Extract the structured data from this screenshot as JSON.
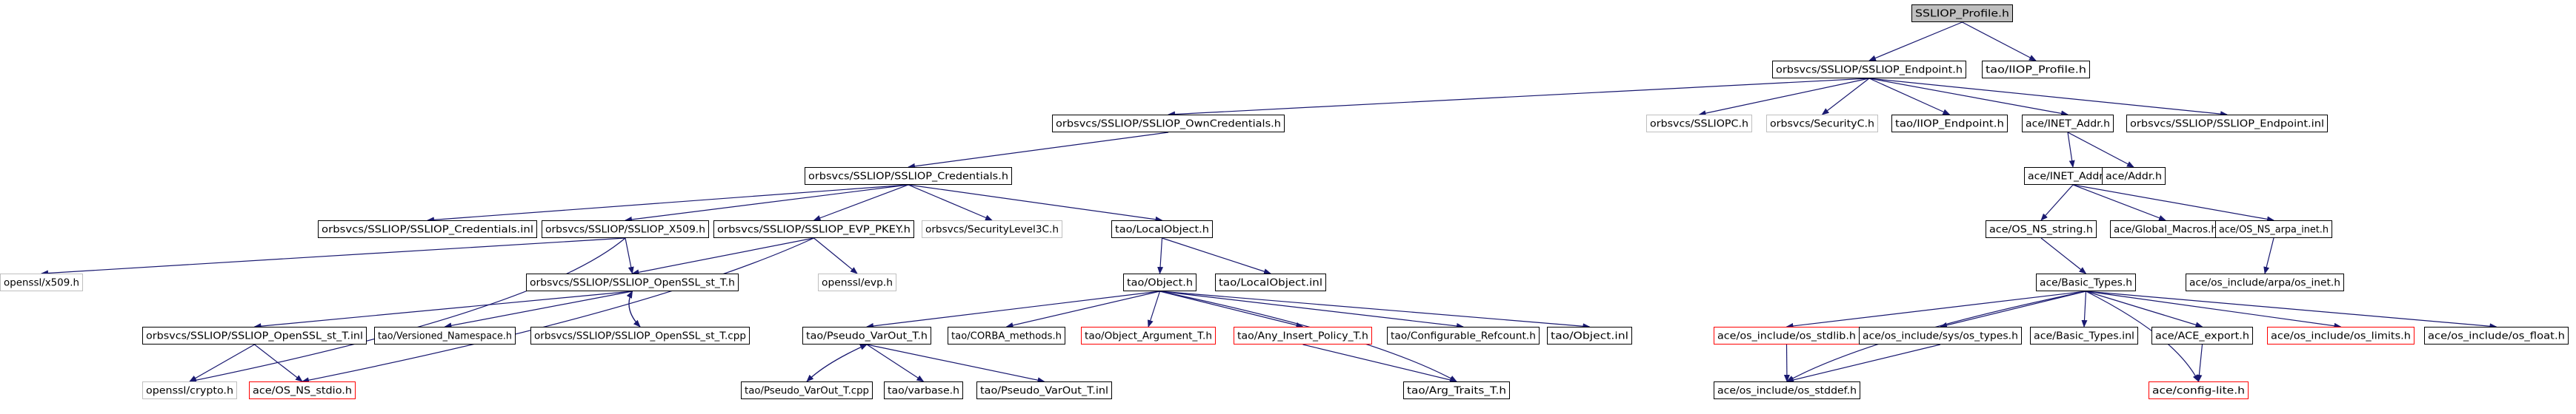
{
  "colors": {
    "edge": "#191970",
    "normal_border": "#000000",
    "missing_border": "#bfbfbf",
    "broken_border": "#ff0000",
    "root_fill": "#bfbfbf",
    "fill": "#ffffff",
    "text": "#000000"
  },
  "nodes": [
    {
      "id": "n1",
      "label": "SSLIOP_Profile.h",
      "style": "root"
    },
    {
      "id": "n2",
      "label": "orbsvcs/SSLIOP/SSLIOP_Endpoint.h",
      "style": "normal"
    },
    {
      "id": "n3",
      "label": "tao/IIOP_Profile.h",
      "style": "normal"
    },
    {
      "id": "n4",
      "label": "orbsvcs/SSLIOP/SSLIOP_OwnCredentials.h",
      "style": "normal"
    },
    {
      "id": "n5",
      "label": "orbsvcs/SSLIOPC.h",
      "style": "missing"
    },
    {
      "id": "n6",
      "label": "orbsvcs/SecurityC.h",
      "style": "missing"
    },
    {
      "id": "n7",
      "label": "tao/IIOP_Endpoint.h",
      "style": "normal"
    },
    {
      "id": "n8",
      "label": "ace/INET_Addr.h",
      "style": "normal"
    },
    {
      "id": "n9",
      "label": "orbsvcs/SSLIOP/SSLIOP_Endpoint.inl",
      "style": "normal"
    },
    {
      "id": "n10",
      "label": "orbsvcs/SSLIOP/SSLIOP_Credentials.h",
      "style": "normal"
    },
    {
      "id": "n11",
      "label": "ace/INET_Addr.inl",
      "style": "normal"
    },
    {
      "id": "n12",
      "label": "ace/Addr.h",
      "style": "normal"
    },
    {
      "id": "n13",
      "label": "orbsvcs/SSLIOP/SSLIOP_Credentials.inl",
      "style": "normal"
    },
    {
      "id": "n14",
      "label": "orbsvcs/SSLIOP/SSLIOP_X509.h",
      "style": "normal"
    },
    {
      "id": "n15",
      "label": "orbsvcs/SSLIOP/SSLIOP_EVP_PKEY.h",
      "style": "normal"
    },
    {
      "id": "n16",
      "label": "orbsvcs/SecurityLevel3C.h",
      "style": "missing"
    },
    {
      "id": "n17",
      "label": "tao/LocalObject.h",
      "style": "normal"
    },
    {
      "id": "n18",
      "label": "ace/OS_NS_string.h",
      "style": "normal"
    },
    {
      "id": "n19",
      "label": "ace/Global_Macros.h",
      "style": "normal"
    },
    {
      "id": "n20",
      "label": "ace/OS_NS_arpa_inet.h",
      "style": "normal"
    },
    {
      "id": "n21",
      "label": "openssl/x509.h",
      "style": "missing"
    },
    {
      "id": "n22",
      "label": "orbsvcs/SSLIOP/SSLIOP_OpenSSL_st_T.h",
      "style": "normal"
    },
    {
      "id": "n23",
      "label": "openssl/evp.h",
      "style": "missing"
    },
    {
      "id": "n24",
      "label": "tao/Object.h",
      "style": "normal"
    },
    {
      "id": "n25",
      "label": "tao/LocalObject.inl",
      "style": "normal"
    },
    {
      "id": "n26",
      "label": "ace/Basic_Types.h",
      "style": "normal"
    },
    {
      "id": "n27",
      "label": "ace/os_include/arpa/os_inet.h",
      "style": "normal"
    },
    {
      "id": "n28",
      "label": "orbsvcs/SSLIOP/SSLIOP_OpenSSL_st_T.inl",
      "style": "normal"
    },
    {
      "id": "n29",
      "label": "tao/Versioned_Namespace.h",
      "style": "normal"
    },
    {
      "id": "n30",
      "label": "orbsvcs/SSLIOP/SSLIOP_OpenSSL_st_T.cpp",
      "style": "normal"
    },
    {
      "id": "n31",
      "label": "tao/Pseudo_VarOut_T.h",
      "style": "normal"
    },
    {
      "id": "n32",
      "label": "tao/CORBA_methods.h",
      "style": "normal"
    },
    {
      "id": "n33",
      "label": "tao/Object_Argument_T.h",
      "style": "broken"
    },
    {
      "id": "n34",
      "label": "tao/Any_Insert_Policy_T.h",
      "style": "broken"
    },
    {
      "id": "n35",
      "label": "tao/Configurable_Refcount.h",
      "style": "normal"
    },
    {
      "id": "n36",
      "label": "tao/Object.inl",
      "style": "normal"
    },
    {
      "id": "n37",
      "label": "ace/os_include/os_stdlib.h",
      "style": "broken"
    },
    {
      "id": "n38",
      "label": "ace/os_include/sys/os_types.h",
      "style": "normal"
    },
    {
      "id": "n39",
      "label": "ace/Basic_Types.inl",
      "style": "normal"
    },
    {
      "id": "n40",
      "label": "ace/ACE_export.h",
      "style": "normal"
    },
    {
      "id": "n41",
      "label": "ace/os_include/os_limits.h",
      "style": "broken"
    },
    {
      "id": "n42",
      "label": "ace/os_include/os_float.h",
      "style": "normal"
    },
    {
      "id": "n43",
      "label": "openssl/crypto.h",
      "style": "missing"
    },
    {
      "id": "n44",
      "label": "ace/OS_NS_stdio.h",
      "style": "broken"
    },
    {
      "id": "n45",
      "label": "tao/Pseudo_VarOut_T.cpp",
      "style": "normal"
    },
    {
      "id": "n46",
      "label": "tao/varbase.h",
      "style": "normal"
    },
    {
      "id": "n47",
      "label": "tao/Pseudo_VarOut_T.inl",
      "style": "normal"
    },
    {
      "id": "n48",
      "label": "tao/Arg_Traits_T.h",
      "style": "normal"
    },
    {
      "id": "n49",
      "label": "ace/os_include/os_stddef.h",
      "style": "normal"
    },
    {
      "id": "n50",
      "label": "ace/config-lite.h",
      "style": "broken"
    }
  ]
}
